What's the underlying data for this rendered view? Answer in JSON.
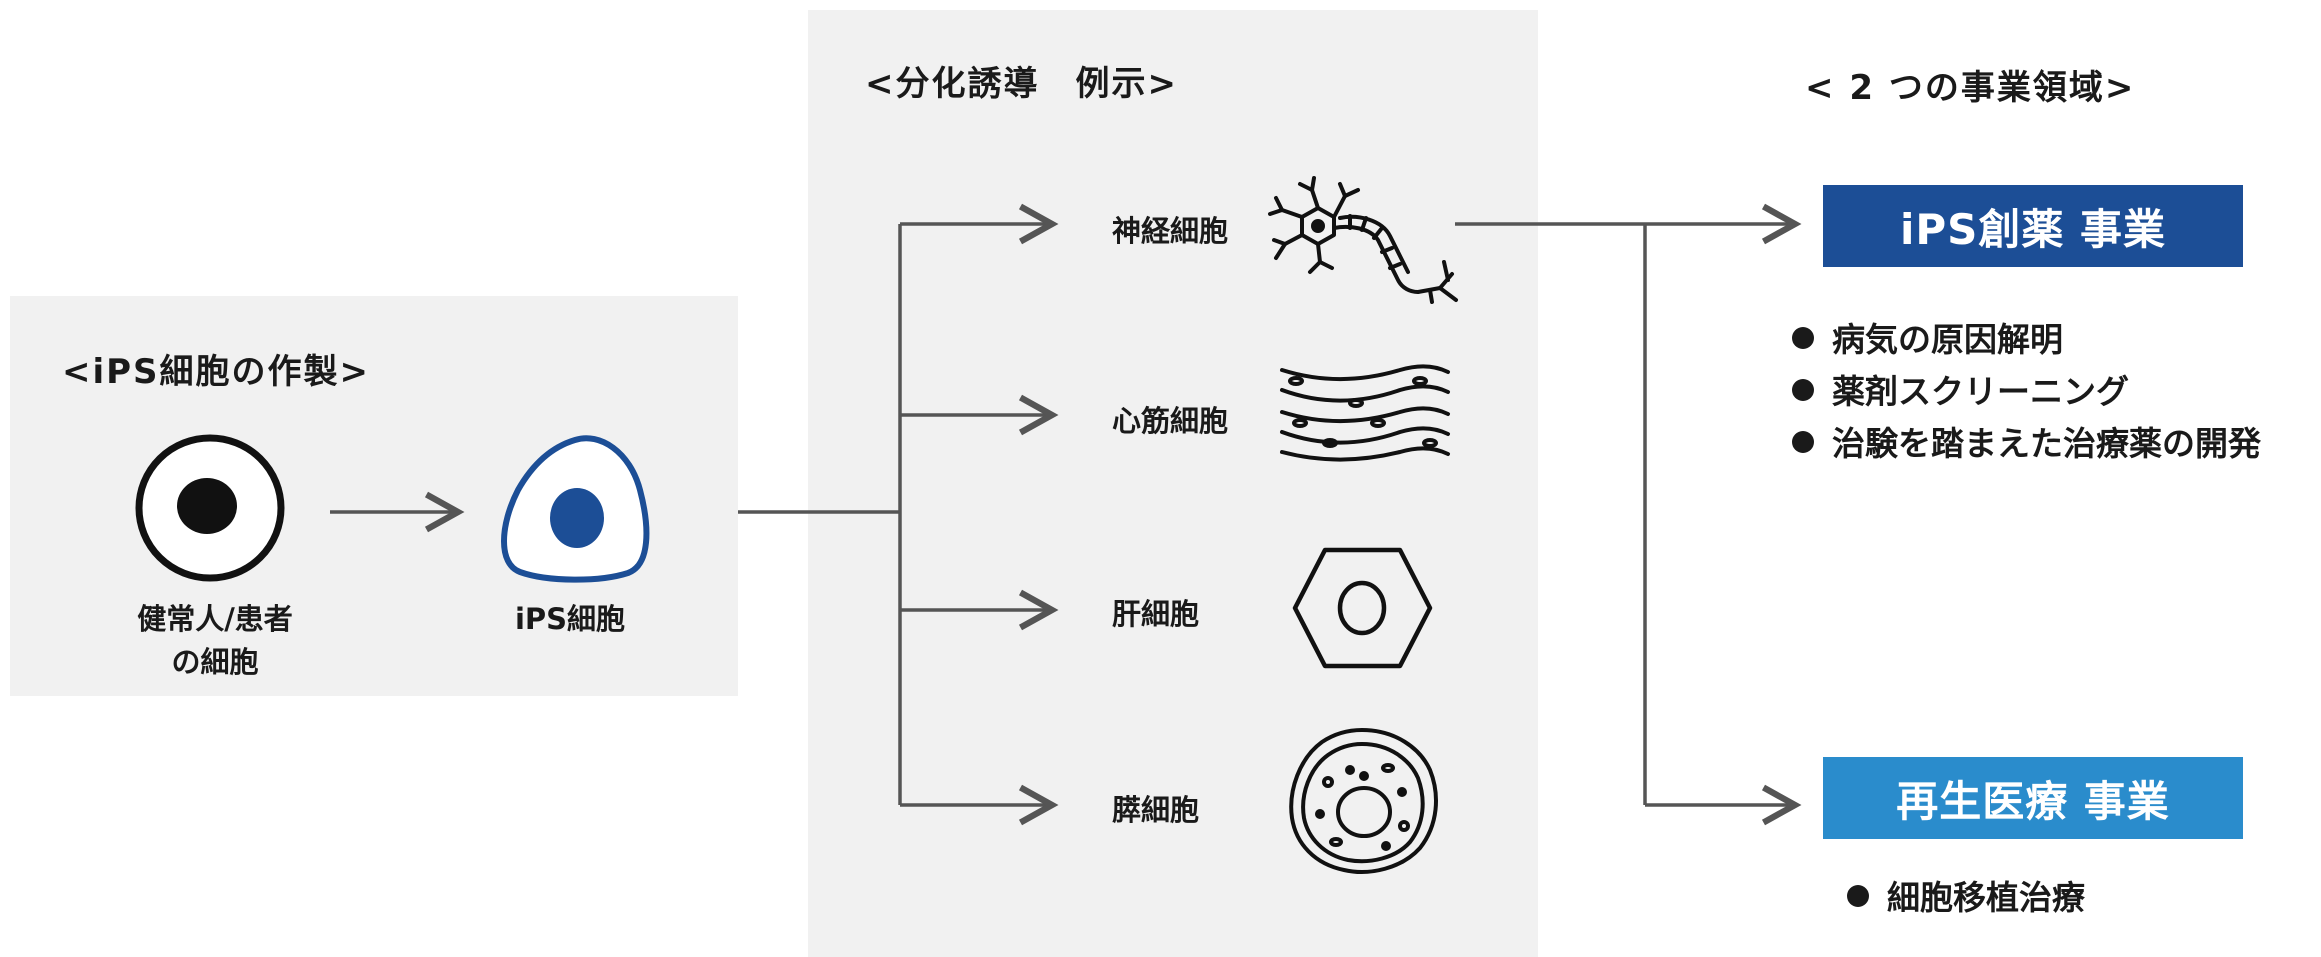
{
  "ips_creation": {
    "heading": "<iPS細胞の作製>",
    "healthy_cell_caption_line1": "健常人/患者",
    "healthy_cell_caption_line2": "の細胞",
    "ips_cell_caption": "iPS細胞"
  },
  "differentiation": {
    "heading": "<分化誘導　例示>",
    "cells": [
      {
        "label": "神経細胞",
        "icon": "neuron-icon"
      },
      {
        "label": "心筋細胞",
        "icon": "cardiac-muscle-icon"
      },
      {
        "label": "肝細胞",
        "icon": "hepatocyte-icon"
      },
      {
        "label": "膵細胞",
        "icon": "pancreatic-cell-icon"
      }
    ]
  },
  "business": {
    "heading": "< 2 つの事業領域>",
    "drug_discovery": {
      "title": "iPS創薬 事業",
      "color": "#1c4e96",
      "bullets": [
        "病気の原因解明",
        "薬剤スクリーニング",
        "治験を踏まえた治療薬の開発"
      ]
    },
    "regenerative": {
      "title": "再生医療 事業",
      "color": "#2a8ccc",
      "bullets": [
        "細胞移植治療"
      ]
    }
  },
  "colors": {
    "panel": "#f1f1f1",
    "arrow": "#555555",
    "ips_nucleus": "#1c4e96",
    "ips_outline": "#1c4e96"
  }
}
